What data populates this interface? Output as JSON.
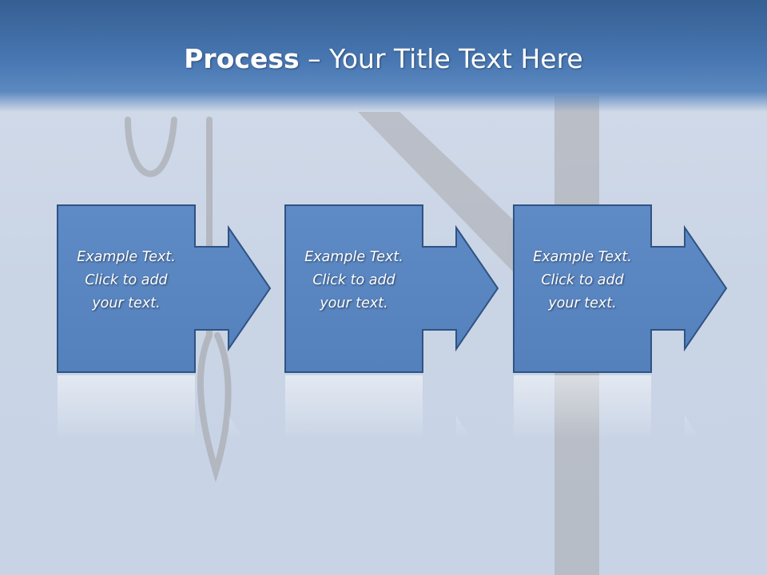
{
  "slide": {
    "title_bold": "Process",
    "title_rest": " – Your Title Text Here"
  },
  "steps": [
    {
      "line1": "Example Text.",
      "line2": "Click  to add",
      "line3": "your text."
    },
    {
      "line1": "Example Text.",
      "line2": "Click  to add",
      "line3": "your text."
    },
    {
      "line1": "Example Text.",
      "line2": "Click  to add",
      "line3": "your text."
    }
  ],
  "colors": {
    "title_band": "#4877b2",
    "shape_fill": "#5a87c2",
    "shape_border": "#2f5382",
    "background": "#cdd8e8",
    "text": "#ffffff"
  },
  "icons": {
    "background_image": "gallows-noose-image"
  }
}
